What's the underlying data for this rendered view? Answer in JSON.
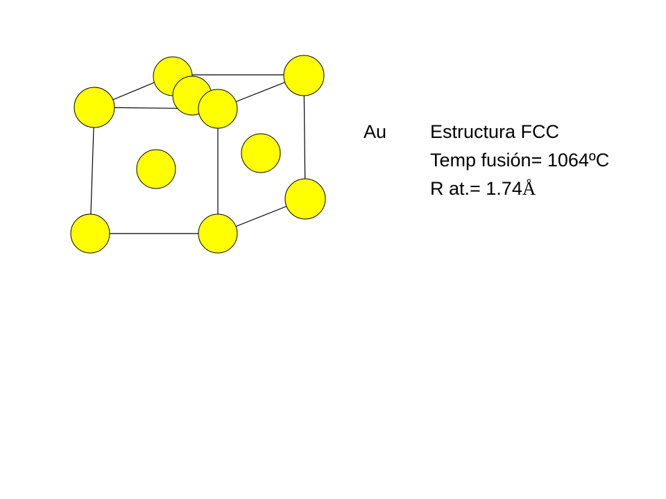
{
  "element_symbol": "Au",
  "lines": {
    "structure": "Estructura FCC",
    "melting_point": "Temp fusión= 1064ºC",
    "radius_label": "R at.= 1.74",
    "radius_unit": "Å"
  },
  "colors": {
    "atom_fill": "#ffff00",
    "atom_stroke": "#000000",
    "bond": "#000000",
    "background": "#ffffff"
  }
}
